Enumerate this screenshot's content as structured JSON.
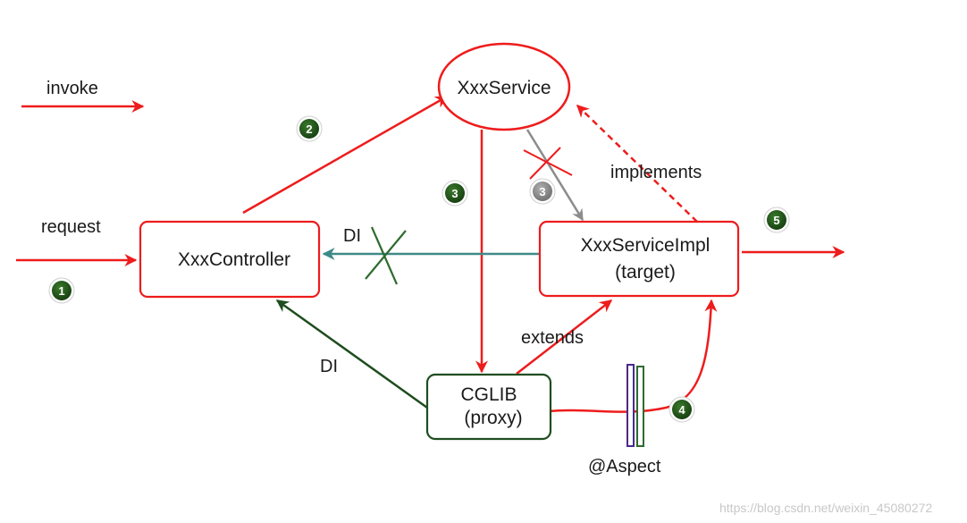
{
  "colors": {
    "invoke": "#ee1c1c",
    "di_ok": "#1f4d1f",
    "di_crossed": "#3e8a88",
    "gray_edge": "#8c8c8c",
    "badge_green": "#1e4d14",
    "badge_gray": "#8a8a8a",
    "aspect_purple": "#4b2a8a",
    "aspect_green": "#2e6b2e"
  },
  "legend": {
    "label": "invoke"
  },
  "labels": {
    "request": "request",
    "di_top": "DI",
    "di_bottom": "DI",
    "implements": "implements",
    "extends": "extends",
    "aspect": "@Aspect"
  },
  "nodes": {
    "xxx_service": {
      "label": "XxxService"
    },
    "xxx_controller": {
      "label": "XxxController"
    },
    "service_impl": {
      "label_line1": "XxxServiceImpl",
      "label_line2": "(target)"
    },
    "cglib": {
      "label_line1": "CGLIB",
      "label_line2": "(proxy)"
    }
  },
  "badges": {
    "b1": "1",
    "b2": "2",
    "b3": "3",
    "b3_gray": "3",
    "b4": "4",
    "b5": "5"
  },
  "watermark": "https://blog.csdn.net/weixin_45080272"
}
